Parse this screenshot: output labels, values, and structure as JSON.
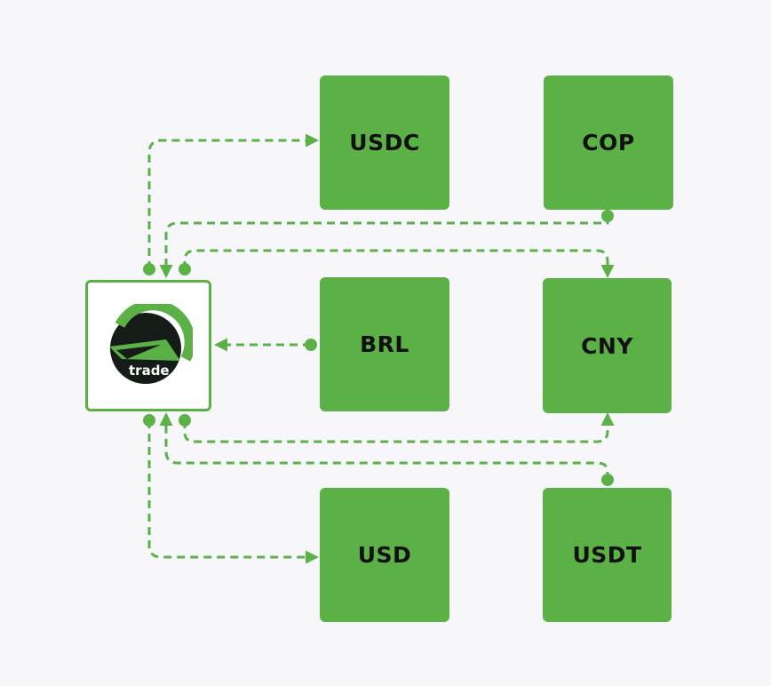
{
  "theme": {
    "accent": "#5bb146",
    "background": "#f7f7fb",
    "node_text": "#111111",
    "logo_dark": "#151c17"
  },
  "hub": {
    "logo_text": "trade",
    "icon": "trade-logo-icon"
  },
  "nodes": {
    "usdc": "USDC",
    "cop": "COP",
    "brl": "BRL",
    "cny": "CNY",
    "usd": "USD",
    "usdt": "USDT"
  },
  "connections": [
    {
      "from": "trade",
      "to": "USDC"
    },
    {
      "from": "COP",
      "to": "trade"
    },
    {
      "from": "trade",
      "to": "CNY"
    },
    {
      "from": "BRL",
      "to": "trade"
    },
    {
      "from": "trade",
      "to": "CNY"
    },
    {
      "from": "USDT",
      "to": "trade"
    },
    {
      "from": "trade",
      "to": "USD"
    }
  ]
}
